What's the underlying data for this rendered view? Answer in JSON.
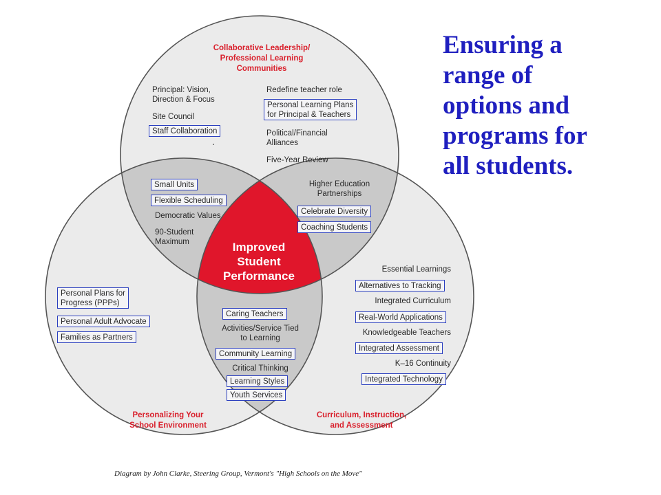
{
  "heading_lines": [
    "Ensuring a",
    "range of",
    "options and",
    "programs for",
    "all students."
  ],
  "diagram": {
    "circles": {
      "top_title": [
        "Collaborative Leadership/",
        "Professional Learning",
        "Communities"
      ],
      "left_title": [
        "Personalizing Your",
        "School Environment"
      ],
      "right_title": [
        "Curriculum, Instruction,",
        "and Assessment"
      ],
      "center_title": [
        "Improved",
        "Student",
        "Performance"
      ]
    },
    "top": {
      "principal": [
        "Principal: Vision,",
        "Direction & Focus"
      ],
      "site_council": "Site Council",
      "staff_collaboration": "Staff Collaboration",
      "redefine_role": "Redefine teacher role",
      "learning_plans": [
        "Personal Learning Plans",
        "for Principal & Teachers"
      ],
      "alliances": [
        "Political/Financial",
        "Alliances"
      ],
      "five_year": "Five-Year Review"
    },
    "top_left": {
      "small_units": "Small Units",
      "flexible_scheduling": "Flexible Scheduling",
      "democratic_values": "Democratic Values",
      "max_students": [
        "90-Student",
        "Maximum"
      ]
    },
    "top_right": {
      "higher_ed": [
        "Higher Education",
        "Partnerships"
      ],
      "celebrate_diversity": "Celebrate Diversity",
      "coaching_students": "Coaching Students"
    },
    "left": {
      "ppps": [
        "Personal Plans for",
        "Progress (PPPs)"
      ],
      "adult_advocate": "Personal Adult Advocate",
      "families": "Families as Partners"
    },
    "bottom": {
      "caring_teachers": "Caring Teachers",
      "activities": [
        "Activities/Service Tied",
        "to Learning"
      ],
      "community_learning": "Community Learning",
      "critical_thinking": "Critical Thinking",
      "learning_styles": "Learning Styles",
      "youth_services": "Youth Services"
    },
    "right": {
      "essential": "Essential Learnings",
      "alternatives": "Alternatives to Tracking",
      "integrated_curriculum": "Integrated Curriculum",
      "real_world": "Real-World Applications",
      "knowledgeable": "Knowledgeable Teachers",
      "integrated_assessment": "Integrated Assessment",
      "k16": "K–16 Continuity",
      "integrated_technology": "Integrated Technology"
    },
    "colors": {
      "circle_fill": "#ebebeb",
      "overlap_fill": "#c9c9c9",
      "center_fill": "#e0162b",
      "outline": "#555555",
      "box_border": "#2b3fbf",
      "red_text": "#d9202c",
      "heading_blue": "#1f1fbf"
    }
  },
  "caption": "Diagram by John Clarke, Steering Group, Vermont's \"High Schools on the Move\""
}
